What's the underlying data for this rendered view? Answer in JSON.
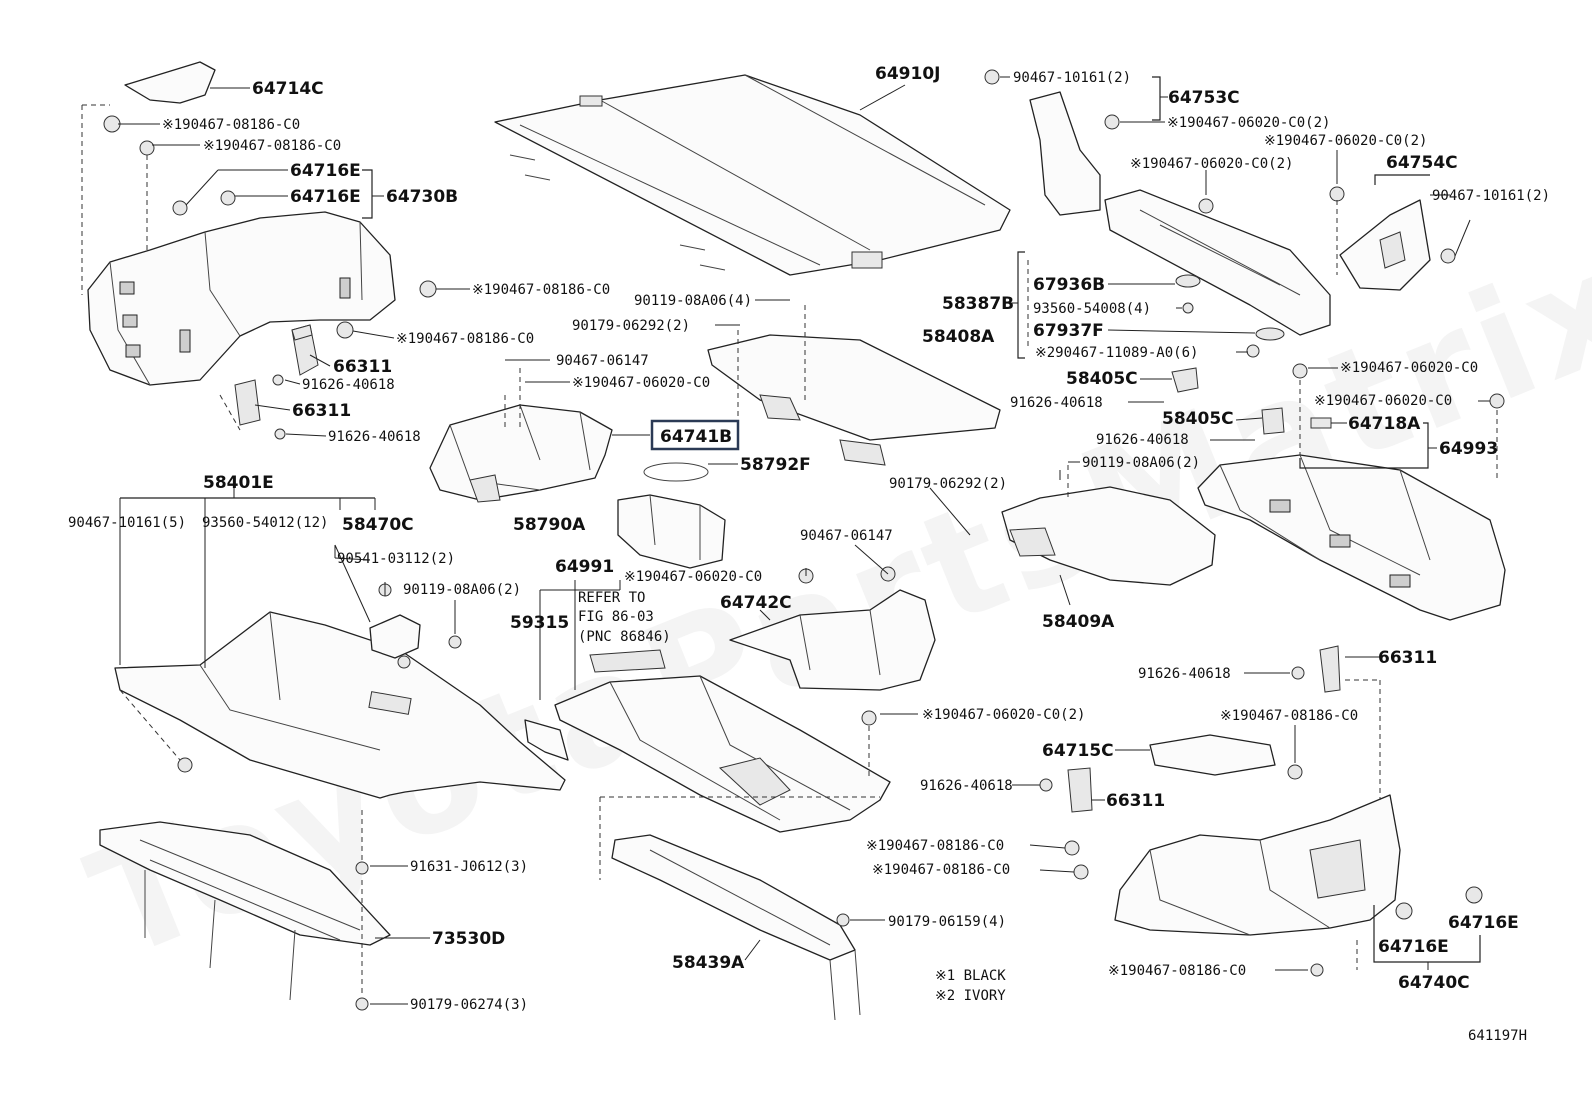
{
  "diagram_id": "641197H",
  "watermark": "ToyotaPartsMatrix",
  "highlighted_part": "64741B",
  "labels": {
    "l_64714C": "64714C",
    "l_90467_08186_a": "※190467-08186-C0",
    "l_90467_08186_b": "※190467-08186-C0",
    "l_64716E_a": "64716E",
    "l_64716E_b": "64716E",
    "l_64730B": "64730B",
    "l_90467_08186_c": "※190467-08186-C0",
    "l_90467_08186_d": "※190467-08186-C0",
    "l_66311_a": "66311",
    "l_91626_40618_a": "91626-40618",
    "l_66311_b": "66311",
    "l_91626_40618_b": "91626-40618",
    "l_64910J": "64910J",
    "l_90119_08A06_a": "90119-08A06(4)",
    "l_90179_06292_a": "90179-06292(2)",
    "l_90467_06147_a": "90467-06147",
    "l_90467_06020_a": "※190467-06020-C0",
    "l_64741B": "64741B",
    "l_58792F": "58792F",
    "l_90467_10161_a": "90467-10161(2)",
    "l_64753C": "64753C",
    "l_90467_06020_b": "※190467-06020-C0(2)",
    "l_90467_06020_c": "※190467-06020-C0(2)",
    "l_90467_06020_d": "※190467-06020-C0(2)",
    "l_64754C": "64754C",
    "l_90467_10161_b": "90467-10161(2)",
    "l_67936B": "67936B",
    "l_58387B": "58387B",
    "l_93560_54008": "93560-54008(4)",
    "l_67937F": "67937F",
    "l_58408A": "58408A",
    "l_90467_11089": "※290467-11089-A0(6)",
    "l_58405C_a": "58405C",
    "l_91626_40618_c": "91626-40618",
    "l_58405C_b": "58405C",
    "l_91626_40618_d": "91626-40618",
    "l_90467_06020_e": "※190467-06020-C0",
    "l_90467_06020_f": "※190467-06020-C0",
    "l_64718A": "64718A",
    "l_64993": "64993",
    "l_90119_08A06_b": "90119-08A06(2)",
    "l_90179_06292_b": "90179-06292(2)",
    "l_58409A": "58409A",
    "l_58401E": "58401E",
    "l_90467_10161_c": "90467-10161(5)",
    "l_93560_54012": "93560-54012(12)",
    "l_58470C": "58470C",
    "l_90541_03112": "90541-03112(2)",
    "l_90119_08A06_c": "90119-08A06(2)",
    "l_58790A": "58790A",
    "l_64991": "64991",
    "l_refer_1": "REFER TO",
    "l_refer_2": "FIG 86-03",
    "l_refer_3": "(PNC 86846)",
    "l_59315": "59315",
    "l_90467_06020_g": "※190467-06020-C0",
    "l_64742C": "64742C",
    "l_90467_06147_b": "90467-06147",
    "l_58409A_dup": "",
    "l_66311_c": "66311",
    "l_91626_40618_e": "91626-40618",
    "l_90467_08186_e": "※190467-08186-C0",
    "l_90467_06020_h": "※190467-06020-C0(2)",
    "l_64715C": "64715C",
    "l_91626_40618_f": "91626-40618",
    "l_66311_d": "66311",
    "l_90467_08186_f": "※190467-08186-C0",
    "l_90467_08186_g": "※190467-08186-C0",
    "l_91631_J0612": "91631-J0612(3)",
    "l_73530D": "73530D",
    "l_90179_06274": "90179-06274(3)",
    "l_58439A": "58439A",
    "l_90179_06159": "90179-06159(4)",
    "l_90467_08186_h": "※190467-08186-C0",
    "l_64716E_c": "64716E",
    "l_64716E_d": "64716E",
    "l_64740C": "64740C"
  },
  "legend": {
    "note1": "※1 BLACK",
    "note2": "※2 IVORY"
  }
}
